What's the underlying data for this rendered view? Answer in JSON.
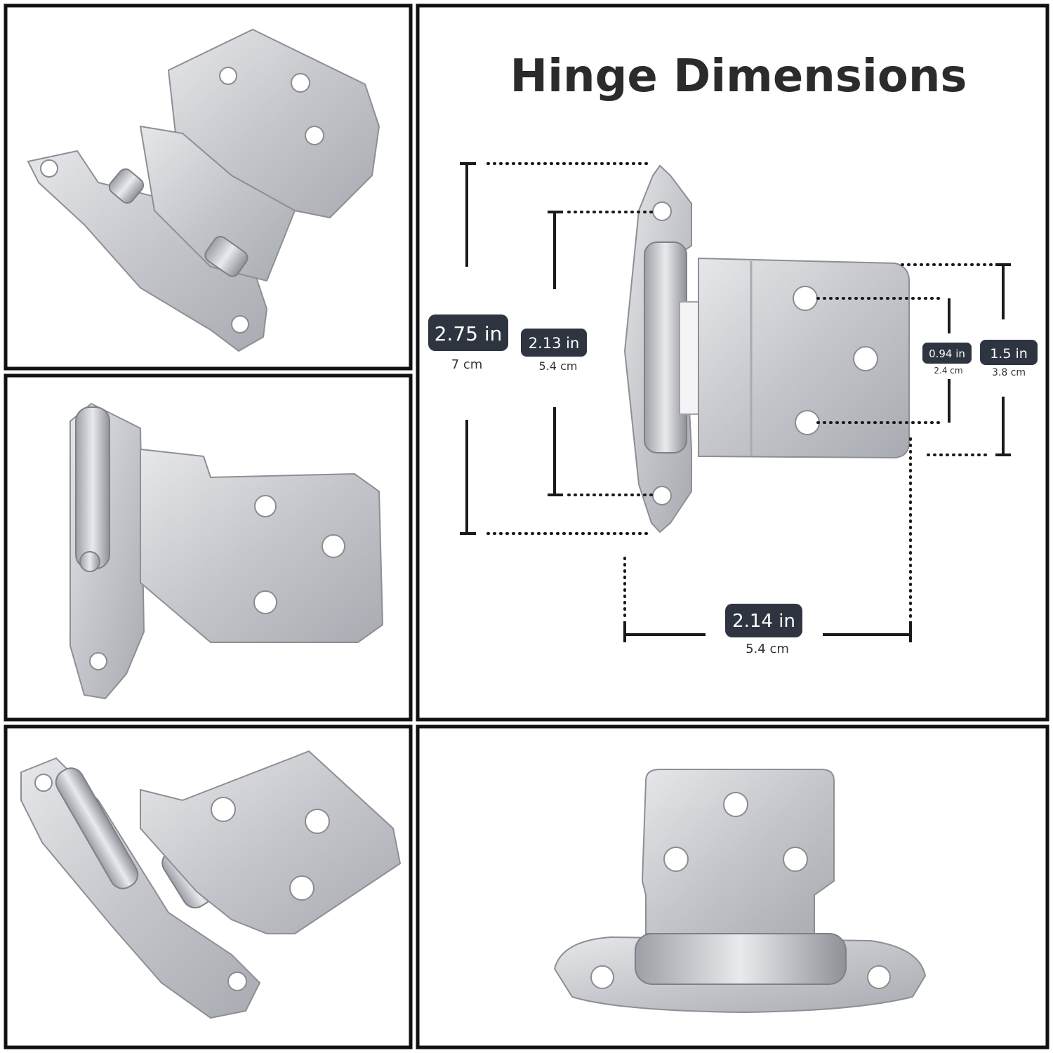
{
  "title": "Hinge Dimensions",
  "dimensions": [
    {
      "id": "height_overall",
      "inches": "2.75 in",
      "cm": "7 cm"
    },
    {
      "id": "hole_span",
      "inches": "2.13 in",
      "cm": "5.4 cm"
    },
    {
      "id": "leaf_hole_span",
      "inches": "0.94 in",
      "cm": "2.4 cm"
    },
    {
      "id": "leaf_height",
      "inches": "1.5 in",
      "cm": "3.8 cm"
    },
    {
      "id": "width",
      "inches": "2.14 in",
      "cm": "5.4 cm"
    }
  ],
  "colors": {
    "label_box": "#2f3540",
    "steel": "#c9cbd0",
    "border": "#111111"
  }
}
